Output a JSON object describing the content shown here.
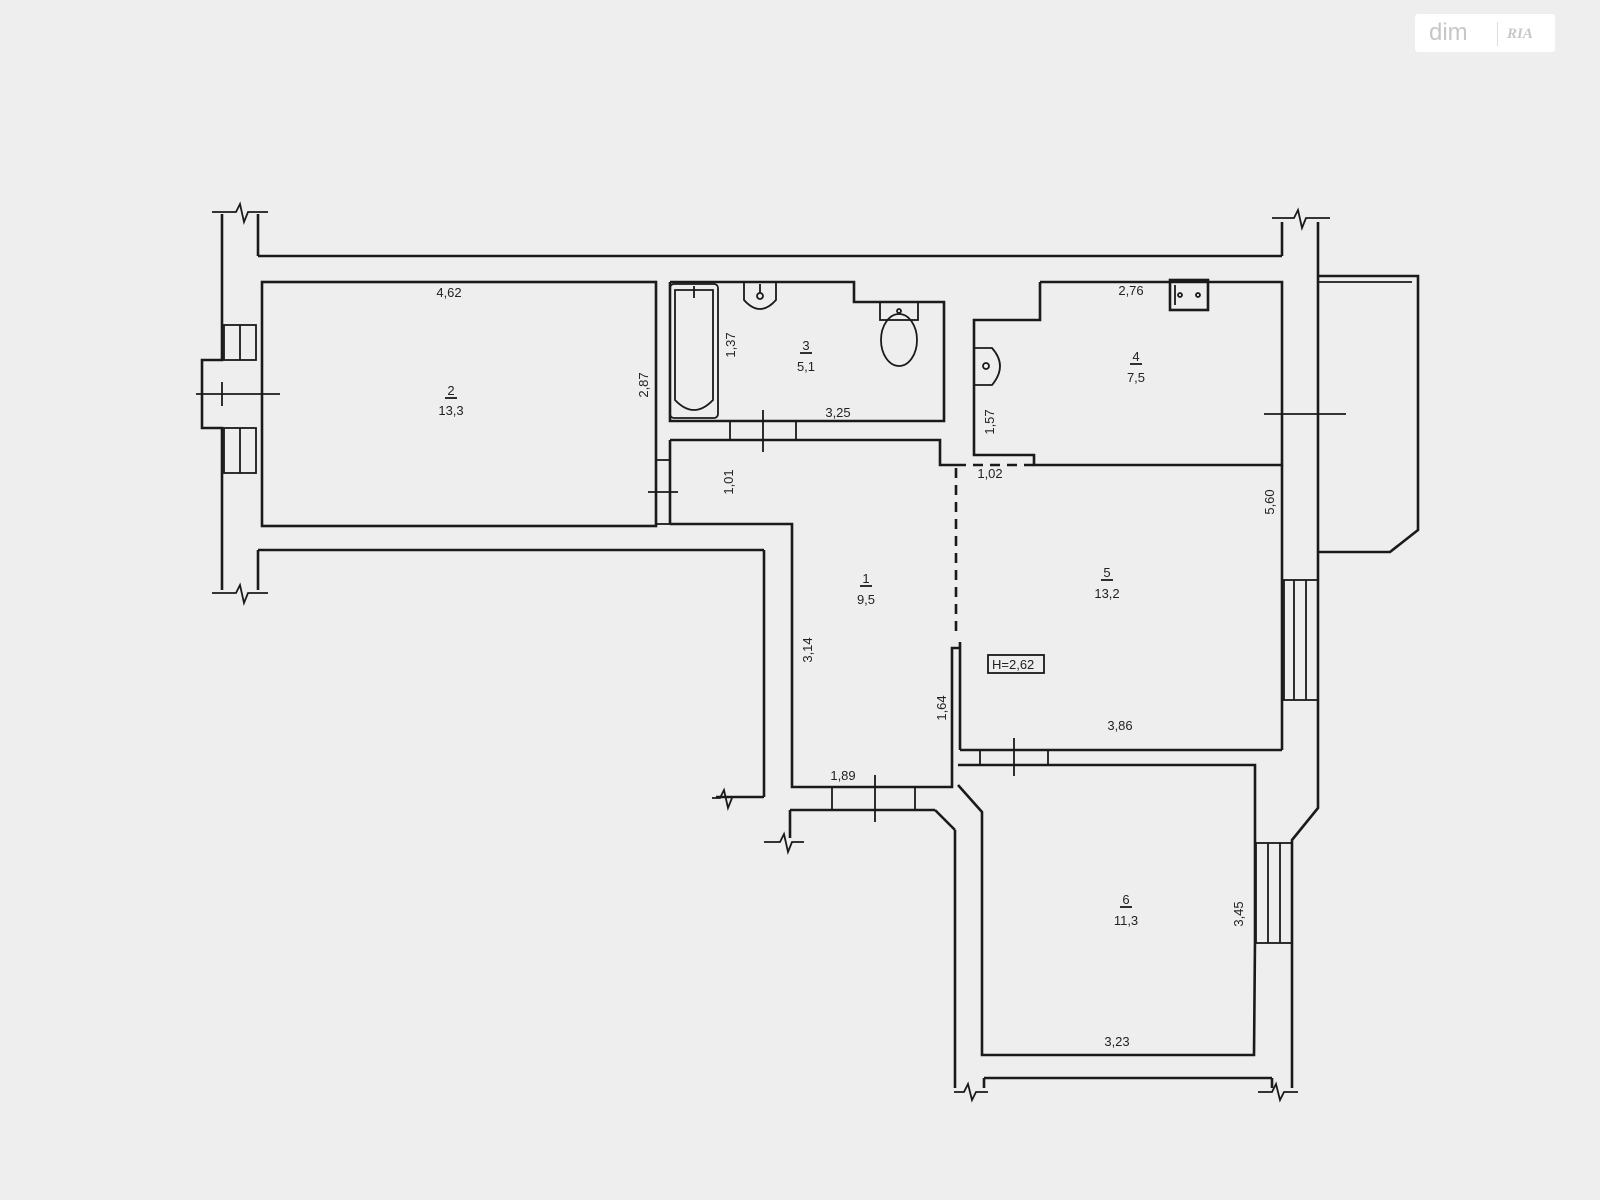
{
  "watermark": {
    "brand": "dim",
    "sub": "RIA"
  },
  "height_tag": "H=2,62",
  "rooms": [
    {
      "number": "1",
      "area": "9,5"
    },
    {
      "number": "2",
      "area": "13,3"
    },
    {
      "number": "3",
      "area": "5,1"
    },
    {
      "number": "4",
      "area": "7,5"
    },
    {
      "number": "5",
      "area": "13,2"
    },
    {
      "number": "6",
      "area": "11,3"
    }
  ],
  "dimensions": [
    "4,62",
    "2,87",
    "1,37",
    "3,25",
    "2,76",
    "1,57",
    "1,02",
    "5,60",
    "1,01",
    "3,14",
    "1,64",
    "3,86",
    "1,89",
    "3,45",
    "3,23"
  ]
}
